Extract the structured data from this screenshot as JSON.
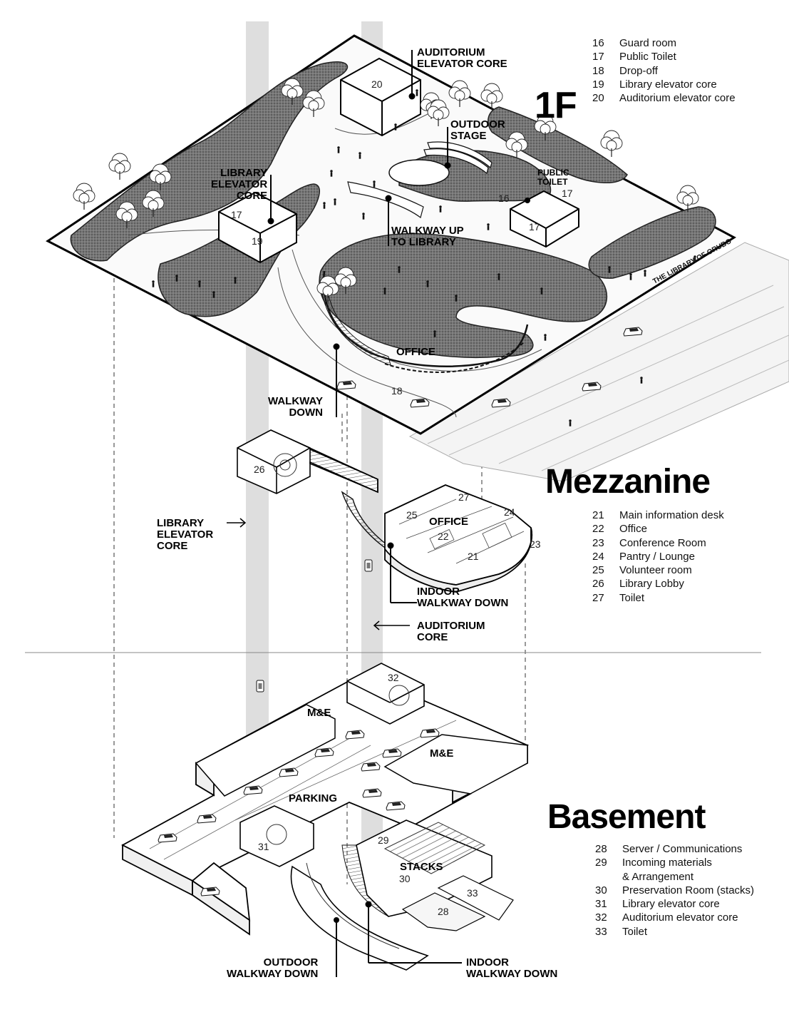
{
  "floors": {
    "first": {
      "title": "1F",
      "legend": [
        {
          "num": "16",
          "label": "Guard room"
        },
        {
          "num": "17",
          "label": "Public Toilet"
        },
        {
          "num": "18",
          "label": "Drop-off"
        },
        {
          "num": "19",
          "label": "Library elevator core"
        },
        {
          "num": "20",
          "label": "Auditorium elevator core"
        }
      ],
      "labels": {
        "auditorium_core": "AUDITORIUM\nELEVATOR CORE",
        "outdoor_stage": "OUTDOOR\nSTAGE",
        "library_core": "LIBRARY\nELEVATOR\nCORE",
        "public_toilet": "PUBLIC\nTOILET",
        "walkway_up": "WALKWAY UP\nTO LIBRARY",
        "office": "OFFICE",
        "walkway_down": "WALKWAY\nDOWN"
      },
      "room_numbers": [
        "20",
        "17",
        "19",
        "16",
        "17",
        "17",
        "18"
      ]
    },
    "mezzanine": {
      "title": "Mezzanine",
      "legend": [
        {
          "num": "21",
          "label": "Main information desk"
        },
        {
          "num": "22",
          "label": "Office"
        },
        {
          "num": "23",
          "label": "Conference Room"
        },
        {
          "num": "24",
          "label": "Pantry / Lounge"
        },
        {
          "num": "25",
          "label": "Volunteer room"
        },
        {
          "num": "26",
          "label": "Library Lobby"
        },
        {
          "num": "27",
          "label": "Toilet"
        }
      ],
      "labels": {
        "library_core": "LIBRARY\nELEVATOR\nCORE",
        "office": "OFFICE",
        "indoor_walkway": "INDOOR\nWALKWAY DOWN",
        "auditorium_core": "AUDITORIUM\nCORE"
      },
      "room_numbers": [
        "26",
        "27",
        "25",
        "24",
        "22",
        "23",
        "21"
      ]
    },
    "basement": {
      "title": "Basement",
      "legend": [
        {
          "num": "28",
          "label": "Server / Communications"
        },
        {
          "num": "29",
          "label": "Incoming materials\n& Arrangement"
        },
        {
          "num": "30",
          "label": "Preservation Room (stacks)"
        },
        {
          "num": "31",
          "label": "Library elevator core"
        },
        {
          "num": "32",
          "label": "Auditorium elevator core"
        },
        {
          "num": "33",
          "label": "Toilet"
        }
      ],
      "labels": {
        "me_left": "M&E",
        "me_right": "M&E",
        "parking": "PARKING",
        "stacks": "STACKS",
        "outdoor_walkway": "OUTDOOR\nWALKWAY DOWN",
        "indoor_walkway": "INDOOR\nWALKWAY DOWN"
      },
      "room_numbers": [
        "32",
        "29",
        "30",
        "31",
        "33",
        "28"
      ]
    }
  },
  "street_sign": "THE LIBRARY OF ORUBO",
  "colors": {
    "ink": "#111111",
    "lawn": "#6b6b6b",
    "core_band": "#dcdcdc",
    "paving": "#f2f2f2"
  }
}
